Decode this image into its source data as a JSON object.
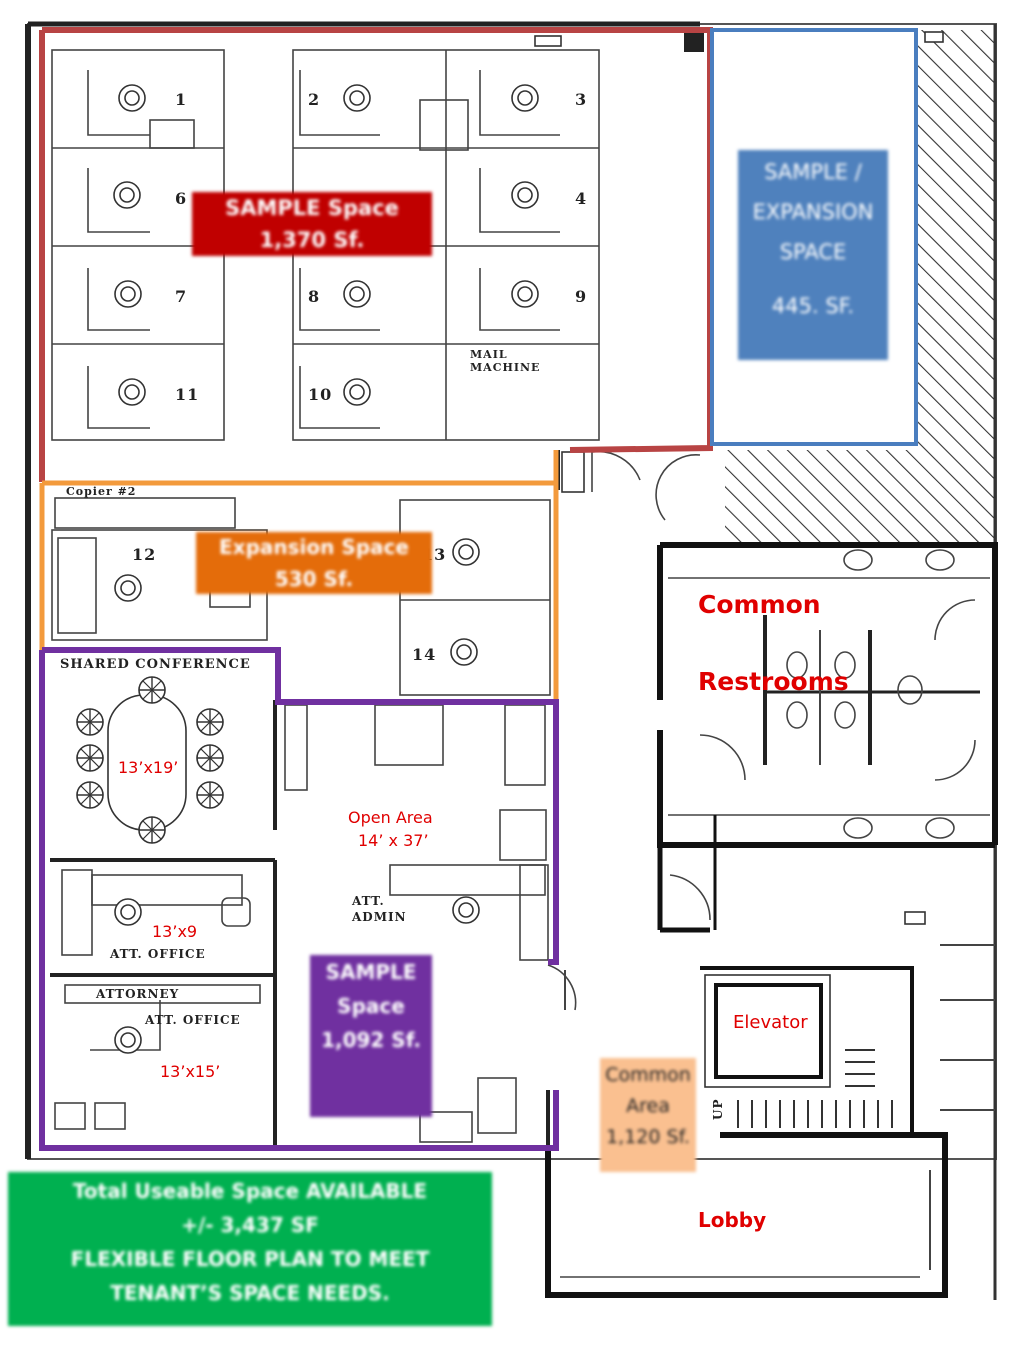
{
  "colors": {
    "red_zone": "#b84444",
    "orange_zone": "#f39a3c",
    "purple_zone": "#7030a0",
    "blue_zone": "#4a7ebf",
    "red_label_bg": "#c00000",
    "orange_label_bg": "#e46c0a",
    "blue_label_bg": "#4f81bd",
    "purple_label_bg": "#7030a0",
    "common_label_bg": "#fac090",
    "total_label_bg": "#00b050",
    "red_text": "#e00000"
  },
  "zones": {
    "sample_red": {
      "line1": "SAMPLE Space",
      "line2": "1,370 Sf."
    },
    "sample_blue": {
      "line1": "SAMPLE /",
      "line2": "EXPANSION",
      "line3": "SPACE",
      "line4": "445. SF."
    },
    "expansion_orange": {
      "line1": "Expansion Space",
      "line2": "530 Sf."
    },
    "sample_purple": {
      "line1": "SAMPLE",
      "line2": "Space",
      "line3": "1,092 Sf."
    },
    "common_area": {
      "line1": "Common",
      "line2": "Area",
      "line3": "1,120 Sf."
    }
  },
  "rooms": {
    "common_restrooms_1": "Common",
    "common_restrooms_2": "Restrooms",
    "elevator": "Elevator",
    "lobby": "Lobby",
    "open_area_1": "Open Area",
    "open_area_2": "14’ x 37’",
    "conference_size": "13’x19’",
    "office1_size": "13’x9",
    "office2_size": "13’x15’"
  },
  "plan_text": {
    "copier": "Copier #2",
    "shared_conference": "SHARED CONFERENCE",
    "mail_machine_1": "MAIL",
    "mail_machine_2": "MACHINE",
    "att_admin_1": "ATT.",
    "att_admin_2": "ADMIN",
    "att_office_1": "ATT. OFFICE",
    "att_office_2": "ATT. OFFICE",
    "attorney": "ATTORNEY",
    "up": "UP",
    "workstations": [
      "1",
      "2",
      "3",
      "4",
      "6",
      "7",
      "8",
      "9",
      "10",
      "11",
      "12",
      "13",
      "14"
    ]
  },
  "summary": {
    "line1": "Total Useable Space AVAILABLE",
    "line2": "+/- 3,437 SF",
    "line3": "FLEXIBLE FLOOR PLAN TO MEET",
    "line4": "TENANT’S SPACE NEEDS."
  }
}
